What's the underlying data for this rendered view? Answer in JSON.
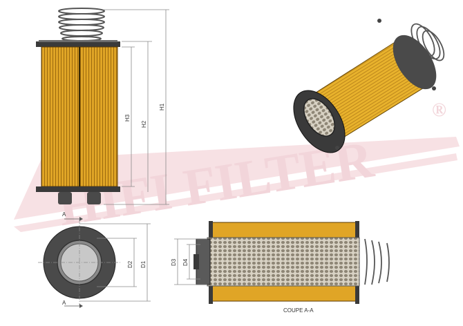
{
  "watermark": {
    "text": "HIFI FILTER",
    "registered": "®",
    "color": "#e8b4bc"
  },
  "dimensions": {
    "h1": "H1",
    "h2": "H2",
    "h3": "H3",
    "d1": "D1",
    "d2": "D2",
    "d3": "D3",
    "d4": "D4"
  },
  "section_marks": {
    "top": "A",
    "bottom": "A"
  },
  "section_caption": "COUPE A-A",
  "colors": {
    "media": "#e0a526",
    "media_dark": "#8a5a08",
    "cap": "#3a3a3a",
    "cap_light": "#6c6c6c",
    "dim_line": "#8a8a8a",
    "mesh": "#b9b0a0"
  }
}
